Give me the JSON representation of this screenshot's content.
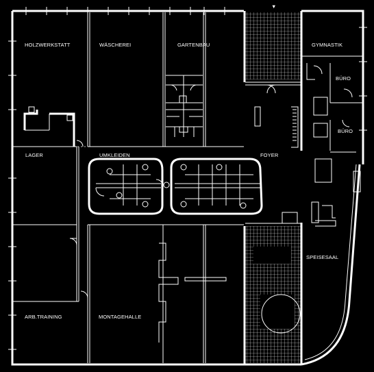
{
  "plan": {
    "rooms": {
      "holzwerkstatt": "HOLZWERKSTATT",
      "waescherei": "WÄSCHEREI",
      "gartenbau": "GARTENBAU",
      "gymnastik": "GYMNASTIK",
      "buero_1": "BÜRO",
      "buero_2": "BÜRO",
      "lager": "LAGER",
      "umkleiden": "UMKLEIDEN",
      "foyer": "FOYER",
      "speisesaal": "SPEISESAAL",
      "arbtraining": "ARB.TRAINING",
      "montagehalle": "MONTAGEHALLE"
    },
    "entrance_marker": "▼"
  }
}
